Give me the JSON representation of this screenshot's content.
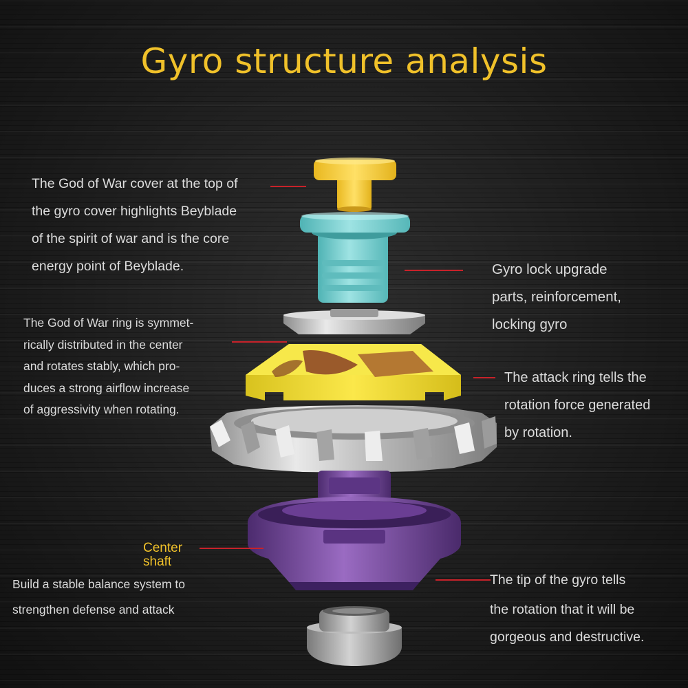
{
  "title": "Gyro structure analysis",
  "colors": {
    "title": "#f0c12a",
    "accent_label": "#f0c12a",
    "leader_line": "#c8222a",
    "body_text": "#dcdcdc",
    "top_cap": "#f5cf3a",
    "lock": "#7ccfd0",
    "attack_ring": "#f2e13a",
    "metal": "#c9c9c9",
    "base": "#7d4fa3",
    "tip": "#a9a9a9"
  },
  "annotations": {
    "top_cover": {
      "lines": [
        "The God of War cover at the top of",
        "the gyro cover highlights Beyblade",
        "of the spirit of war and is the core",
        "energy point of Beyblade."
      ]
    },
    "war_ring": {
      "lines": [
        "The God of War ring is symmet-",
        "rically distributed in the center",
        "and rotates stably, which pro-",
        "duces a strong airflow increase",
        "of aggressivity when rotating."
      ]
    },
    "center_shaft": {
      "label_lines": [
        "Center",
        "shaft"
      ],
      "lines": [
        "Build a stable balance system to",
        "strengthen defense and attack"
      ]
    },
    "gyro_lock": {
      "lines": [
        "Gyro lock upgrade",
        "parts, reinforcement,",
        "locking gyro"
      ]
    },
    "attack_ring": {
      "lines": [
        "The attack ring tells the",
        "rotation force generated",
        "by rotation."
      ]
    },
    "tip": {
      "lines": [
        "The tip of the gyro tells",
        "the rotation that it will be",
        "gorgeous and destructive."
      ]
    }
  }
}
